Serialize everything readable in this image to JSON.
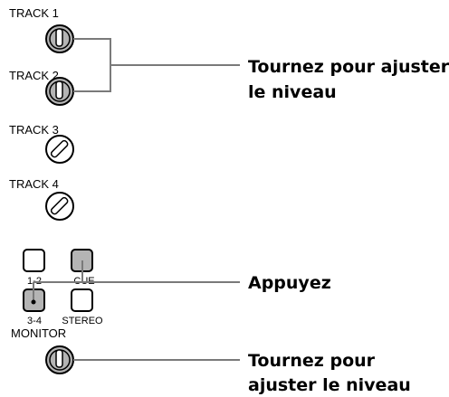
{
  "tracks": [
    {
      "label": "TRACK 1",
      "state": "pushed-in"
    },
    {
      "label": "TRACK 2",
      "state": "pushed-in"
    },
    {
      "label": "TRACK 3",
      "state": "released"
    },
    {
      "label": "TRACK 4",
      "state": "released"
    }
  ],
  "monitor_buttons": [
    {
      "label": "1-2",
      "pressed": false
    },
    {
      "label": "CUE",
      "pressed": true
    },
    {
      "label": "3-4",
      "pressed": true
    },
    {
      "label": "STEREO",
      "pressed": false
    }
  ],
  "monitor": {
    "label": "MONITOR"
  },
  "callouts": {
    "tracks_line1": "Tournez pour ajuster",
    "tracks_line2": "le niveau",
    "buttons": "Appuyez",
    "monitor_line1": "Tournez pour",
    "monitor_line2": "ajuster le niveau"
  },
  "colors": {
    "knob_fill": "#b4b4b4",
    "line": "#7a7a7a",
    "ink": "#000000"
  }
}
